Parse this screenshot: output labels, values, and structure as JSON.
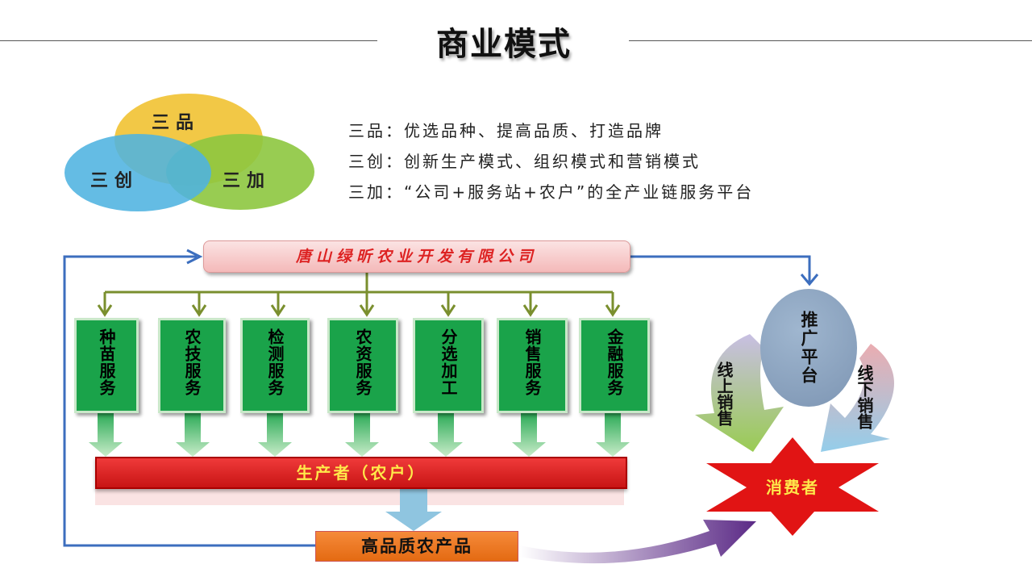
{
  "header": {
    "title": "商业模式"
  },
  "venn": {
    "top": "三品",
    "left": "三创",
    "right": "三加"
  },
  "descriptions": [
    "三品：优选品种、提高品质、打造品牌",
    "三创：创新生产模式、组织模式和营销模式",
    "三加：“公司+服务站+农户”的全产业链服务平台"
  ],
  "diagram": {
    "company": "唐山绿昕农业开发有限公司",
    "services": [
      "种苗服务",
      "农技服务",
      "检测服务",
      "农资服务",
      "分选加工",
      "销售服务",
      "金融服务"
    ],
    "producer": "生产者（农户）",
    "product": "高品质农产品",
    "promotion": "推广平台",
    "online_sales": "线上销售",
    "offline_sales": "线下销售",
    "consumer": "消费者"
  },
  "colors": {
    "venn_top": "#f1c232",
    "venn_left": "#4fb3e0",
    "venn_right": "#8dc63f",
    "service_green": "#1aa34a",
    "producer_red": "#d41c1c",
    "product_orange": "#f07b2a",
    "connector_blue": "#3c6ebe",
    "connector_olive": "#7a8f2e"
  }
}
